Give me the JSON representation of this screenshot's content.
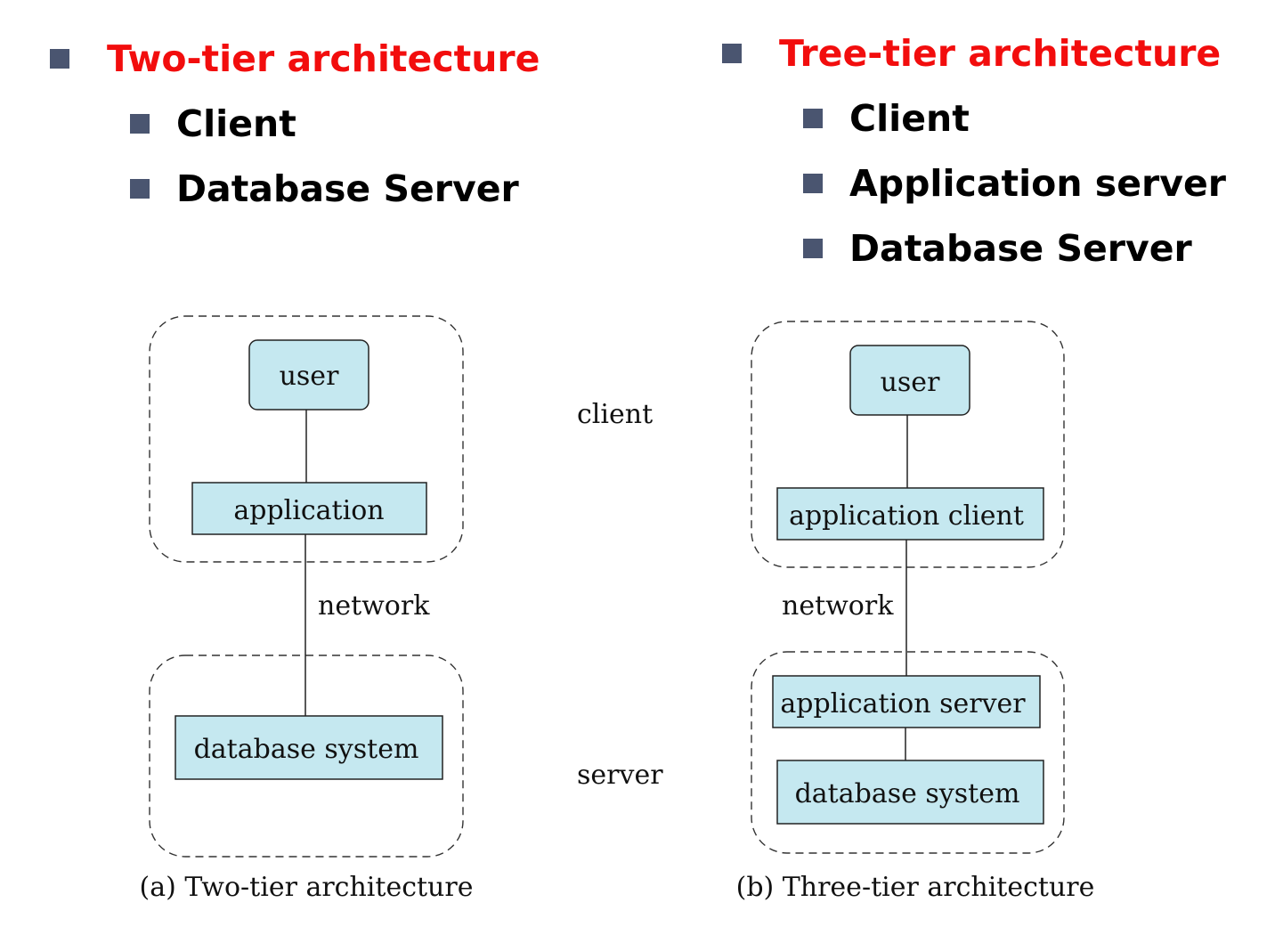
{
  "left_list": {
    "heading": "Two-tier architecture",
    "items": [
      "Client",
      "Database Server"
    ]
  },
  "right_list": {
    "heading": "Tree-tier architecture",
    "items": [
      "Client",
      "Application server",
      "Database Server"
    ]
  },
  "two_tier": {
    "user": "user",
    "application": "application",
    "network": "network",
    "database": "database system",
    "caption": "(a) Two-tier architecture"
  },
  "middle_labels": {
    "client": "client",
    "server": "server"
  },
  "three_tier": {
    "user": "user",
    "application_client": "application client",
    "network": "network",
    "application_server": "application server",
    "database": "database system",
    "caption": "(b) Three-tier architecture"
  },
  "colors": {
    "heading_red": "#f20d0d",
    "bullet_square": "#4a5570",
    "box_fill": "#c5e8f0"
  }
}
